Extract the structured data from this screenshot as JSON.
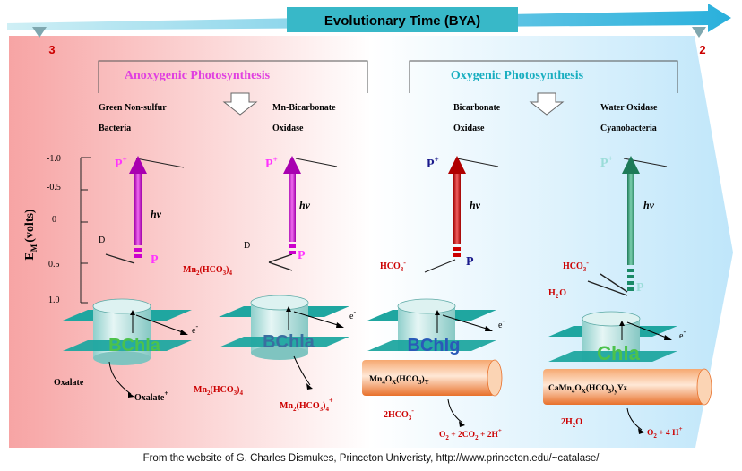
{
  "timeline": {
    "title": "Evolutionary Time (BYA)",
    "left_value": "3",
    "right_value": "2"
  },
  "categories": {
    "anoxygenic": "Anoxygenic Photosynthesis",
    "oxygenic": "Oxygenic Photosynthesis"
  },
  "columns": [
    {
      "line1": "Green Non-sulfur",
      "line2": "Bacteria"
    },
    {
      "line1": "Mn-Bicarbonate",
      "line2": "Oxidase"
    },
    {
      "line1": "Bicarbonate",
      "line2": "Oxidase"
    },
    {
      "line1": "Water Oxidase",
      "line2": "Cyanobacteria"
    }
  ],
  "axis": {
    "label": "E",
    "label_sub": "M",
    "label_rest": "(volts)",
    "ticks": [
      "-1.0",
      "-0.5",
      "0",
      "0.5",
      "1.0"
    ]
  },
  "labels": {
    "p_plus": "P",
    "plus": "+",
    "p": "P",
    "hv": "hv",
    "d": "D",
    "e_minus": "e",
    "minus": "-"
  },
  "pigments": [
    "BChla",
    "BChla",
    "BChlg",
    "Chla"
  ],
  "donors": {
    "mn_hco3_4": "Mn",
    "hco3": "HCO",
    "h2o": "H",
    "h2o_o": "O"
  },
  "bottom": {
    "oxalate": "Oxalate",
    "oxalate_plus": "Oxalate",
    "col2_in": "Mn",
    "col2_out": "Mn",
    "col3_cyl": "Mn",
    "col3_in": "2HCO",
    "col3_out": "O",
    "col4_cyl": "CaMn",
    "col4_in": "2H",
    "col4_out": "O"
  },
  "footer": "From the website of G. Charles Dismukes, Princeton Univeristy, http://www.princeton.edu/~catalase/",
  "colors": {
    "magenta": "#CC00CC",
    "pink_label": "#FF33FF",
    "navy": "#1a1a8c",
    "red": "#CC0000",
    "teal": "#1a8a66",
    "light_teal": "#9ADCD8",
    "membrane": "#1FA6A0",
    "cylinder_text": "#4CC24C",
    "bchlg_text": "#2A5AB8",
    "copper": "#F07830"
  }
}
